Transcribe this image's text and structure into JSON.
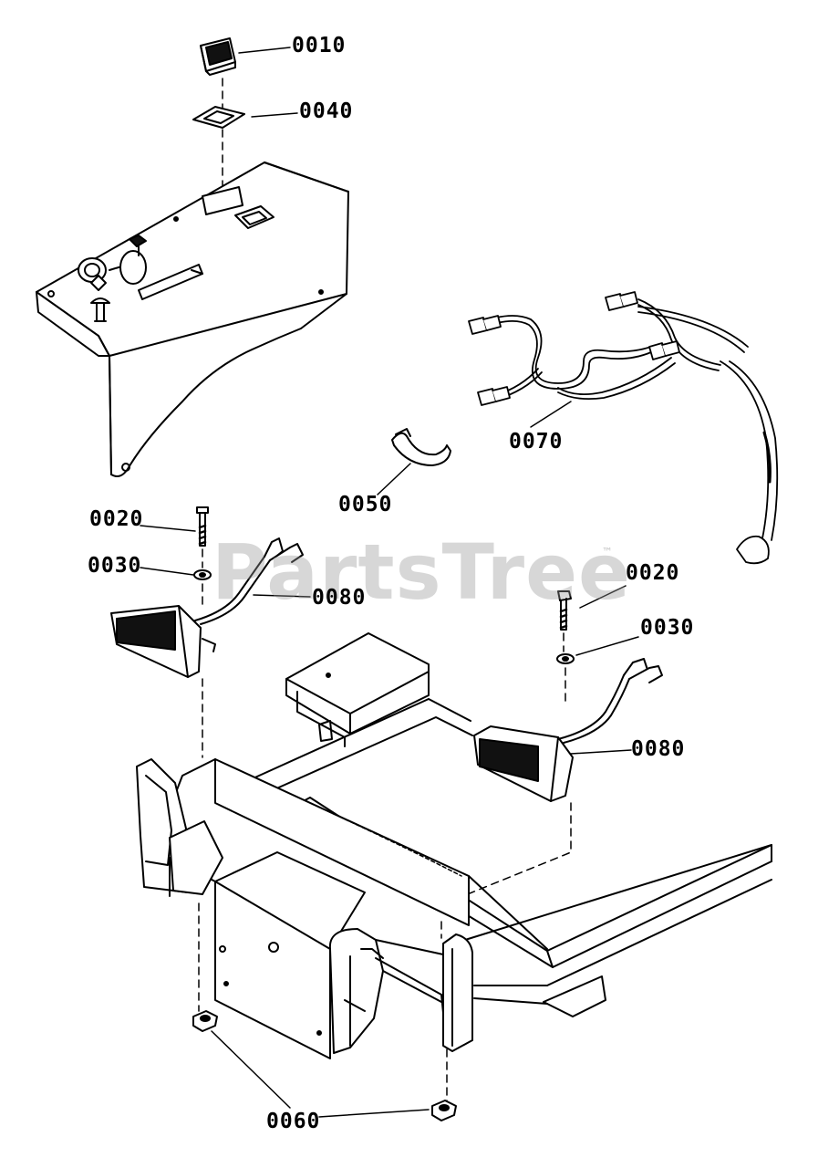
{
  "callouts": [
    {
      "id": "c1",
      "label": "0010"
    },
    {
      "id": "c2",
      "label": "0040"
    },
    {
      "id": "c3",
      "label": "0070"
    },
    {
      "id": "c4",
      "label": "0050"
    },
    {
      "id": "c5",
      "label": "0020"
    },
    {
      "id": "c6",
      "label": "0030"
    },
    {
      "id": "c7",
      "label": "0080"
    },
    {
      "id": "c8",
      "label": "0020"
    },
    {
      "id": "c9",
      "label": "0030"
    },
    {
      "id": "c10",
      "label": "0080"
    },
    {
      "id": "c11",
      "label": "0060"
    }
  ],
  "watermark": {
    "text": "PartsTree",
    "tm": "™"
  }
}
